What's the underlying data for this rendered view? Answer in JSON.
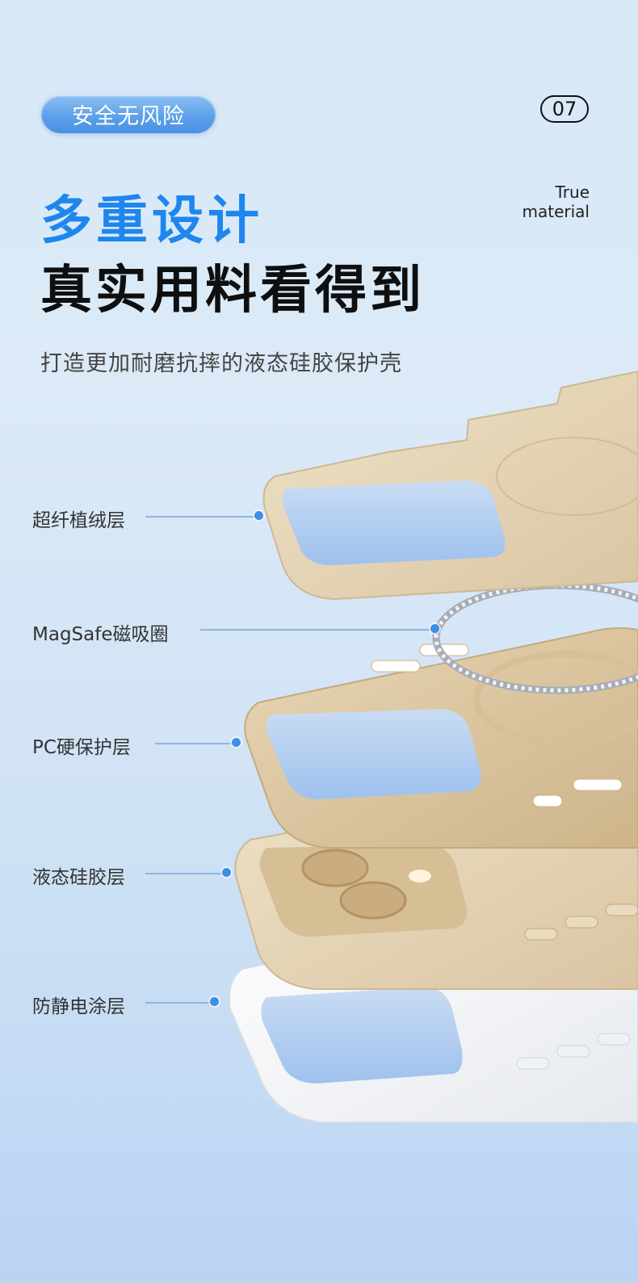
{
  "badge": {
    "label": "安全无风险"
  },
  "page_number": "07",
  "english_tag": {
    "line1": "True",
    "line2": "material"
  },
  "title": {
    "line1": "多重设计",
    "line2": "真实用料看得到"
  },
  "subtitle": "打造更加耐磨抗摔的液态硅胶保护壳",
  "layers": [
    {
      "label": "超纤植绒层"
    },
    {
      "label": "MagSafe磁吸圈"
    },
    {
      "label": "PC硬保护层"
    },
    {
      "label": "液态硅胶层"
    },
    {
      "label": "防静电涂层"
    }
  ],
  "colors": {
    "accent_blue": "#1e86ee",
    "badge_blue": "#5ea2ea",
    "case_beige": "#e4d4b8",
    "case_white": "#f5f6f8"
  }
}
